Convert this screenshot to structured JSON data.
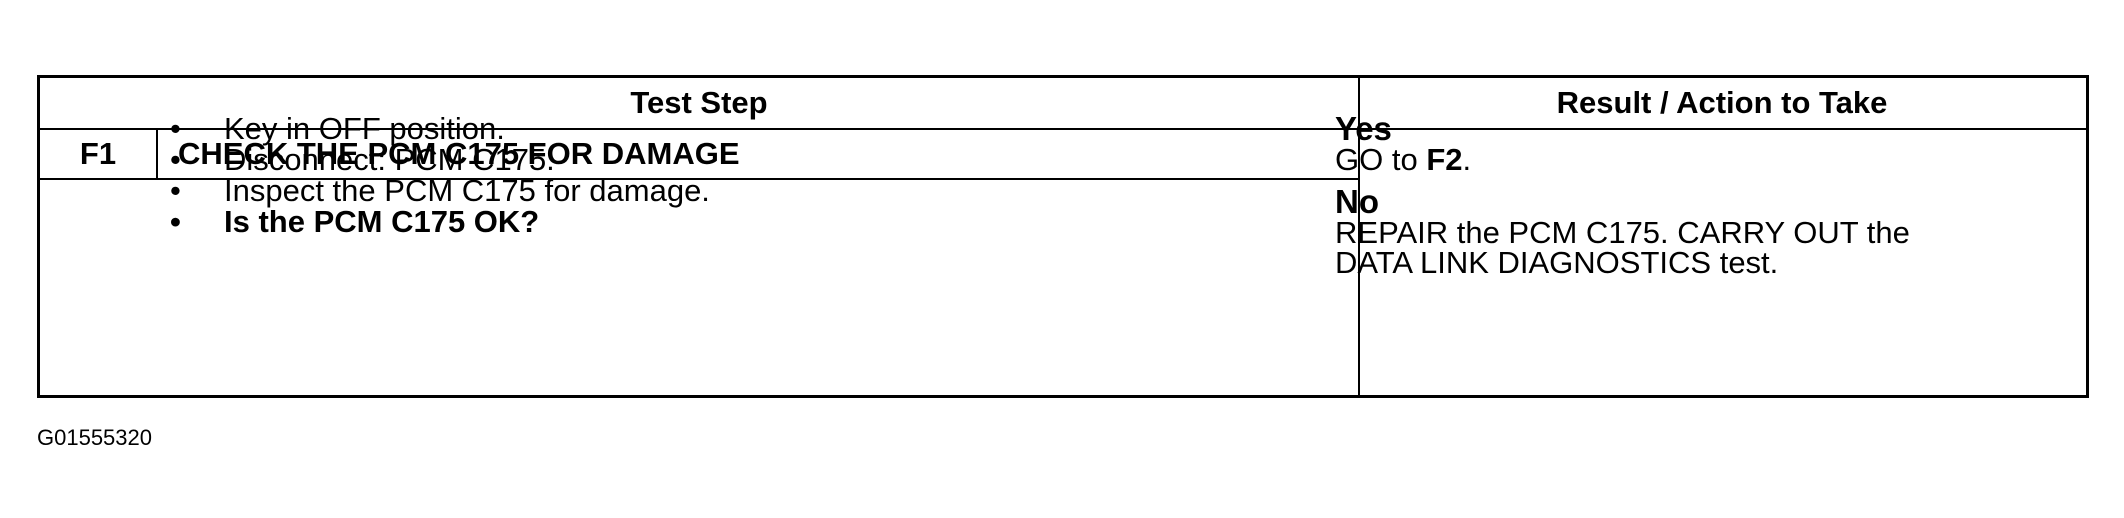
{
  "header": {
    "test_step": "Test Step",
    "result_action": "Result / Action to Take"
  },
  "step": {
    "id": "F1",
    "title": "CHECK THE PCM C175 FOR DAMAGE",
    "bullet": "•",
    "items": [
      "Key in OFF position.",
      "Disconnect: PCM C175.",
      "Inspect the PCM C175 for damage."
    ],
    "question": "Is the PCM C175 OK?"
  },
  "results": {
    "yes": {
      "label": "Yes",
      "action_prefix": "GO to ",
      "action_target": "F2",
      "action_suffix": "."
    },
    "no": {
      "label": "No",
      "action_line1": "REPAIR the PCM C175. CARRY OUT the",
      "action_line2": "DATA LINK DIAGNOSTICS test."
    }
  },
  "footer": {
    "graphic_id": "G01555320"
  }
}
